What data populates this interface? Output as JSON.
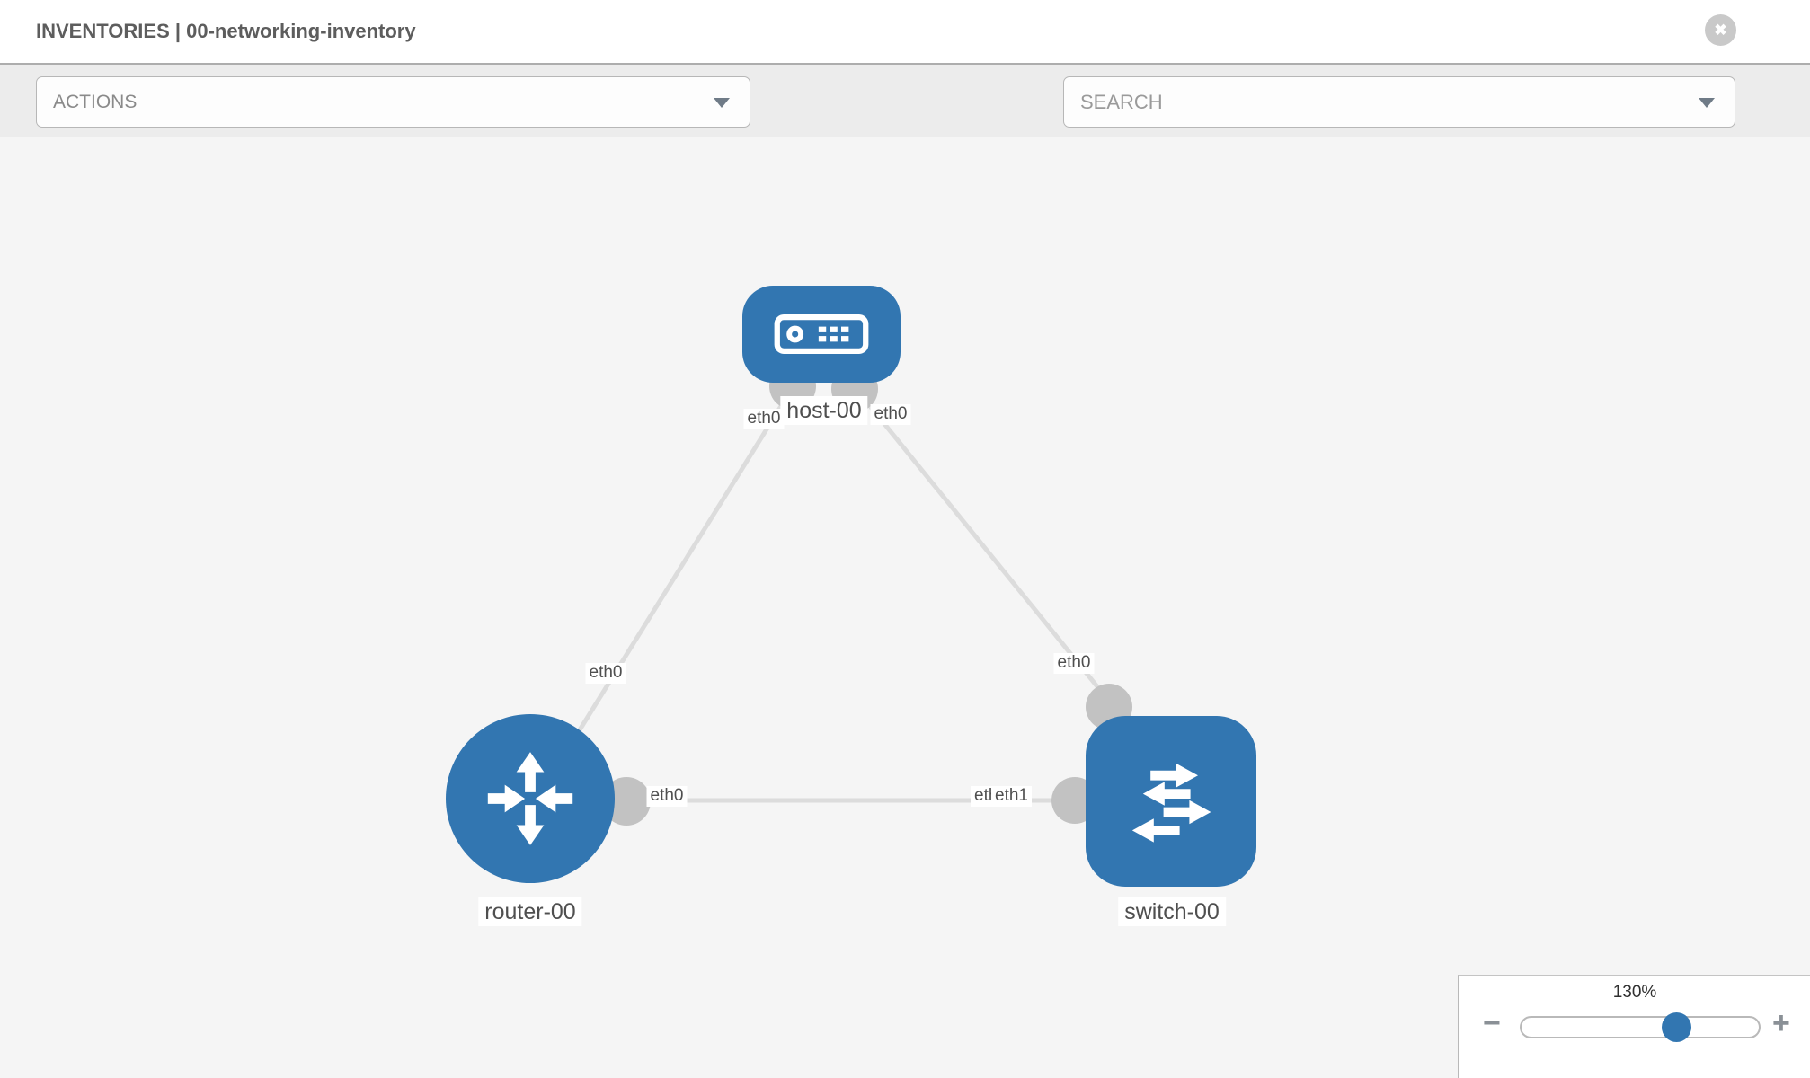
{
  "header": {
    "title": "INVENTORIES | 00-networking-inventory",
    "close_glyph": "✖"
  },
  "toolbar": {
    "actions_label": "ACTIONS",
    "search_placeholder": "SEARCH"
  },
  "topology": {
    "nodes": [
      {
        "id": "host-00",
        "type": "host",
        "label": "host-00"
      },
      {
        "id": "router-00",
        "type": "router",
        "label": "router-00"
      },
      {
        "id": "switch-00",
        "type": "switch",
        "label": "switch-00"
      }
    ],
    "links": [
      {
        "source": "host-00",
        "source_interface": "eth0",
        "target": "router-00",
        "target_interface": "eth0"
      },
      {
        "source": "host-00",
        "source_interface": "eth0",
        "target": "switch-00",
        "target_interface": "eth0"
      },
      {
        "source": "router-00",
        "source_interface": "eth0",
        "target": "switch-00",
        "target_interface": "eth1"
      }
    ],
    "labels": {
      "host_if_left": "eth0",
      "host_if_right": "eth0",
      "router_if_top": "eth0",
      "switch_if_top": "eth0",
      "router_if_right": "eth0",
      "switch_if_back": "eth0",
      "switch_if_front": "eth1"
    }
  },
  "zoom_control": {
    "level": "130%",
    "minus_glyph": "−",
    "plus_glyph": "+"
  },
  "colors": {
    "node_blue": "#3276b1",
    "link_gray": "#dcdcdc",
    "connector_gray": "#c2c2c2",
    "canvas_bg": "#f5f5f5"
  }
}
